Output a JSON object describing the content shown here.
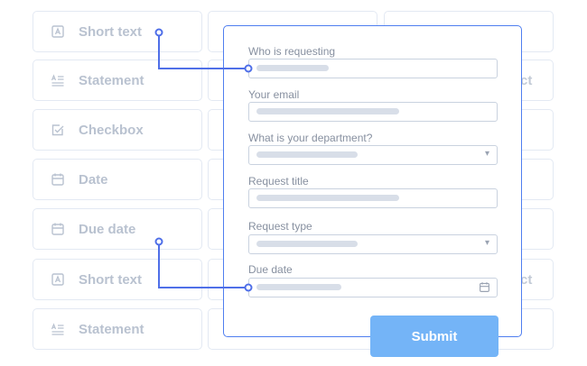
{
  "palette": {
    "tiles": [
      {
        "label": "Short text",
        "icon": "letter-a-icon"
      },
      {
        "label": "Statement",
        "icon": "statement-icon"
      },
      {
        "label": "Checkbox",
        "icon": "checkbox-icon"
      },
      {
        "label": "Date",
        "icon": "calendar-icon"
      },
      {
        "label": "Due date",
        "icon": "calendar-icon"
      },
      {
        "label": "Short text",
        "icon": "letter-a-icon"
      },
      {
        "label": "Statement",
        "icon": "statement-icon"
      }
    ],
    "ghost_labels": [
      "ct",
      "ct"
    ]
  },
  "form": {
    "fields": [
      {
        "label": "Who is requesting",
        "type": "text"
      },
      {
        "label": "Your email",
        "type": "text"
      },
      {
        "label": "What is your department?",
        "type": "select"
      },
      {
        "label": "Request title",
        "type": "text"
      },
      {
        "label": "Request type",
        "type": "select"
      },
      {
        "label": "Due date",
        "type": "date"
      }
    ],
    "submit_label": "Submit"
  },
  "colors": {
    "accent": "#4f6fe8",
    "submit": "#74b4f7",
    "tile_border": "#e3e9f3"
  }
}
